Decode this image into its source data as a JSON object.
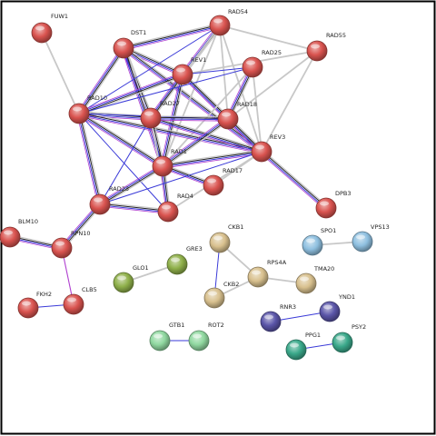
{
  "network": {
    "nodes": [
      {
        "id": "FUW1",
        "label": "FUW1",
        "color": "#d9534f"
      },
      {
        "id": "DST1",
        "label": "DST1",
        "color": "#d9534f"
      },
      {
        "id": "RAD54",
        "label": "RAD54",
        "color": "#d9534f"
      },
      {
        "id": "RAD55",
        "label": "RAD55",
        "color": "#d9534f"
      },
      {
        "id": "REV1",
        "label": "REV1",
        "color": "#d9534f"
      },
      {
        "id": "RAD25",
        "label": "RAD25",
        "color": "#d9534f"
      },
      {
        "id": "RAD10",
        "label": "RAD10",
        "color": "#d9534f"
      },
      {
        "id": "RAD27",
        "label": "RAD27",
        "color": "#d9534f"
      },
      {
        "id": "RAD18",
        "label": "RAD18",
        "color": "#d9534f"
      },
      {
        "id": "REV3",
        "label": "REV3",
        "color": "#d9534f"
      },
      {
        "id": "RAD1",
        "label": "RAD1",
        "color": "#d9534f"
      },
      {
        "id": "RAD17",
        "label": "RAD17",
        "color": "#d9534f"
      },
      {
        "id": "RAD23",
        "label": "RAD23",
        "color": "#d9534f"
      },
      {
        "id": "RAD4",
        "label": "RAD4",
        "color": "#d9534f"
      },
      {
        "id": "DPB3",
        "label": "DPB3",
        "color": "#d9534f"
      },
      {
        "id": "BLM10",
        "label": "BLM10",
        "color": "#d9534f"
      },
      {
        "id": "RPN10",
        "label": "RPN10",
        "color": "#d9534f"
      },
      {
        "id": "FKH2",
        "label": "FKH2",
        "color": "#d9534f"
      },
      {
        "id": "CLB5",
        "label": "CLB5",
        "color": "#d9534f"
      },
      {
        "id": "CKB1",
        "label": "CKB1",
        "color": "#d8c08e"
      },
      {
        "id": "RPS4A",
        "label": "RPS4A",
        "color": "#d8c08e"
      },
      {
        "id": "CKB2",
        "label": "CKB2",
        "color": "#d8c08e"
      },
      {
        "id": "TMA20",
        "label": "TMA20",
        "color": "#d8c08e"
      },
      {
        "id": "SPO1",
        "label": "SPO1",
        "color": "#8fc0e0"
      },
      {
        "id": "VPS13",
        "label": "VPS13",
        "color": "#8fc0e0"
      },
      {
        "id": "GRE3",
        "label": "GRE3",
        "color": "#8fb04a"
      },
      {
        "id": "GLO1",
        "label": "GLO1",
        "color": "#8fb04a"
      },
      {
        "id": "RNR3",
        "label": "RNR3",
        "color": "#5a55a8"
      },
      {
        "id": "YND1",
        "label": "YND1",
        "color": "#5a55a8"
      },
      {
        "id": "GTB1",
        "label": "GTB1",
        "color": "#90d8a0"
      },
      {
        "id": "ROT2",
        "label": "ROT2",
        "color": "#90d8a0"
      },
      {
        "id": "PPG1",
        "label": "PPG1",
        "color": "#3aa88a"
      },
      {
        "id": "PSY2",
        "label": "PSY2",
        "color": "#3aa88a"
      }
    ],
    "edges": [
      {
        "a": "FUW1",
        "b": "RAD10",
        "kind": "gray"
      },
      {
        "a": "DST1",
        "b": "RAD54",
        "kind": "multi"
      },
      {
        "a": "DST1",
        "b": "REV1",
        "kind": "multi"
      },
      {
        "a": "DST1",
        "b": "RAD10",
        "kind": "multi"
      },
      {
        "a": "DST1",
        "b": "RAD27",
        "kind": "multi"
      },
      {
        "a": "DST1",
        "b": "RAD1",
        "kind": "multi"
      },
      {
        "a": "DST1",
        "b": "REV3",
        "kind": "multi"
      },
      {
        "a": "RAD54",
        "b": "REV1",
        "kind": "multi"
      },
      {
        "a": "RAD54",
        "b": "RAD10",
        "kind": "blue"
      },
      {
        "a": "RAD54",
        "b": "RAD55",
        "kind": "gray"
      },
      {
        "a": "RAD54",
        "b": "RAD18",
        "kind": "gray"
      },
      {
        "a": "RAD54",
        "b": "REV3",
        "kind": "gray"
      },
      {
        "a": "RAD54",
        "b": "RAD27",
        "kind": "gray"
      },
      {
        "a": "RAD54",
        "b": "RAD1",
        "kind": "gray"
      },
      {
        "a": "RAD55",
        "b": "REV1",
        "kind": "gray"
      },
      {
        "a": "RAD55",
        "b": "RAD18",
        "kind": "gray"
      },
      {
        "a": "RAD55",
        "b": "REV3",
        "kind": "gray"
      },
      {
        "a": "REV1",
        "b": "RAD10",
        "kind": "multi"
      },
      {
        "a": "REV1",
        "b": "RAD27",
        "kind": "multi"
      },
      {
        "a": "REV1",
        "b": "RAD1",
        "kind": "multi"
      },
      {
        "a": "REV1",
        "b": "REV3",
        "kind": "multi"
      },
      {
        "a": "REV1",
        "b": "RAD18",
        "kind": "multi"
      },
      {
        "a": "REV1",
        "b": "RAD25",
        "kind": "blue"
      },
      {
        "a": "RAD25",
        "b": "RAD18",
        "kind": "multi"
      },
      {
        "a": "RAD25",
        "b": "REV3",
        "kind": "gray"
      },
      {
        "a": "RAD25",
        "b": "RAD10",
        "kind": "blue"
      },
      {
        "a": "RAD25",
        "b": "RAD1",
        "kind": "gray"
      },
      {
        "a": "RAD10",
        "b": "RAD27",
        "kind": "multi"
      },
      {
        "a": "RAD10",
        "b": "RAD1",
        "kind": "multi"
      },
      {
        "a": "RAD10",
        "b": "REV3",
        "kind": "multi"
      },
      {
        "a": "RAD10",
        "b": "RAD23",
        "kind": "multi"
      },
      {
        "a": "RAD10",
        "b": "RAD4",
        "kind": "blue"
      },
      {
        "a": "RAD10",
        "b": "RAD18",
        "kind": "blue"
      },
      {
        "a": "RAD27",
        "b": "RAD1",
        "kind": "multi"
      },
      {
        "a": "RAD27",
        "b": "REV3",
        "kind": "multi"
      },
      {
        "a": "RAD27",
        "b": "RAD18",
        "kind": "multi"
      },
      {
        "a": "RAD27",
        "b": "RAD23",
        "kind": "blue"
      },
      {
        "a": "RAD27",
        "b": "RAD4",
        "kind": "gray"
      },
      {
        "a": "RAD18",
        "b": "REV3",
        "kind": "multi"
      },
      {
        "a": "RAD18",
        "b": "RAD1",
        "kind": "multi"
      },
      {
        "a": "RAD1",
        "b": "REV3",
        "kind": "multi"
      },
      {
        "a": "RAD1",
        "b": "RAD23",
        "kind": "multi"
      },
      {
        "a": "RAD1",
        "b": "RAD4",
        "kind": "multi"
      },
      {
        "a": "RAD1",
        "b": "RAD17",
        "kind": "multi"
      },
      {
        "a": "REV3",
        "b": "RAD23",
        "kind": "blue"
      },
      {
        "a": "REV3",
        "b": "DPB3",
        "kind": "multi"
      },
      {
        "a": "REV3",
        "b": "RAD17",
        "kind": "gray"
      },
      {
        "a": "REV3",
        "b": "RAD4",
        "kind": "gray"
      },
      {
        "a": "RAD23",
        "b": "RAD4",
        "kind": "multi"
      },
      {
        "a": "RAD23",
        "b": "RPN10",
        "kind": "multi"
      },
      {
        "a": "BLM10",
        "b": "RPN10",
        "kind": "multi"
      },
      {
        "a": "RPN10",
        "b": "CLB5",
        "kind": "purple"
      },
      {
        "a": "FKH2",
        "b": "CLB5",
        "kind": "blue"
      },
      {
        "a": "CKB1",
        "b": "RPS4A",
        "kind": "gray"
      },
      {
        "a": "CKB1",
        "b": "CKB2",
        "kind": "blue"
      },
      {
        "a": "RPS4A",
        "b": "TMA20",
        "kind": "gray"
      },
      {
        "a": "RPS4A",
        "b": "CKB2",
        "kind": "gray"
      },
      {
        "a": "SPO1",
        "b": "VPS13",
        "kind": "gray"
      },
      {
        "a": "GRE3",
        "b": "GLO1",
        "kind": "gray"
      },
      {
        "a": "RNR3",
        "b": "YND1",
        "kind": "blue"
      },
      {
        "a": "GTB1",
        "b": "ROT2",
        "kind": "blue"
      },
      {
        "a": "PPG1",
        "b": "PSY2",
        "kind": "blue"
      }
    ],
    "colors": {
      "gray": "#c8c8c8",
      "blue": "#3a3ad8",
      "black": "#222222",
      "purple": "#b040d0",
      "frame": "#000000"
    }
  }
}
